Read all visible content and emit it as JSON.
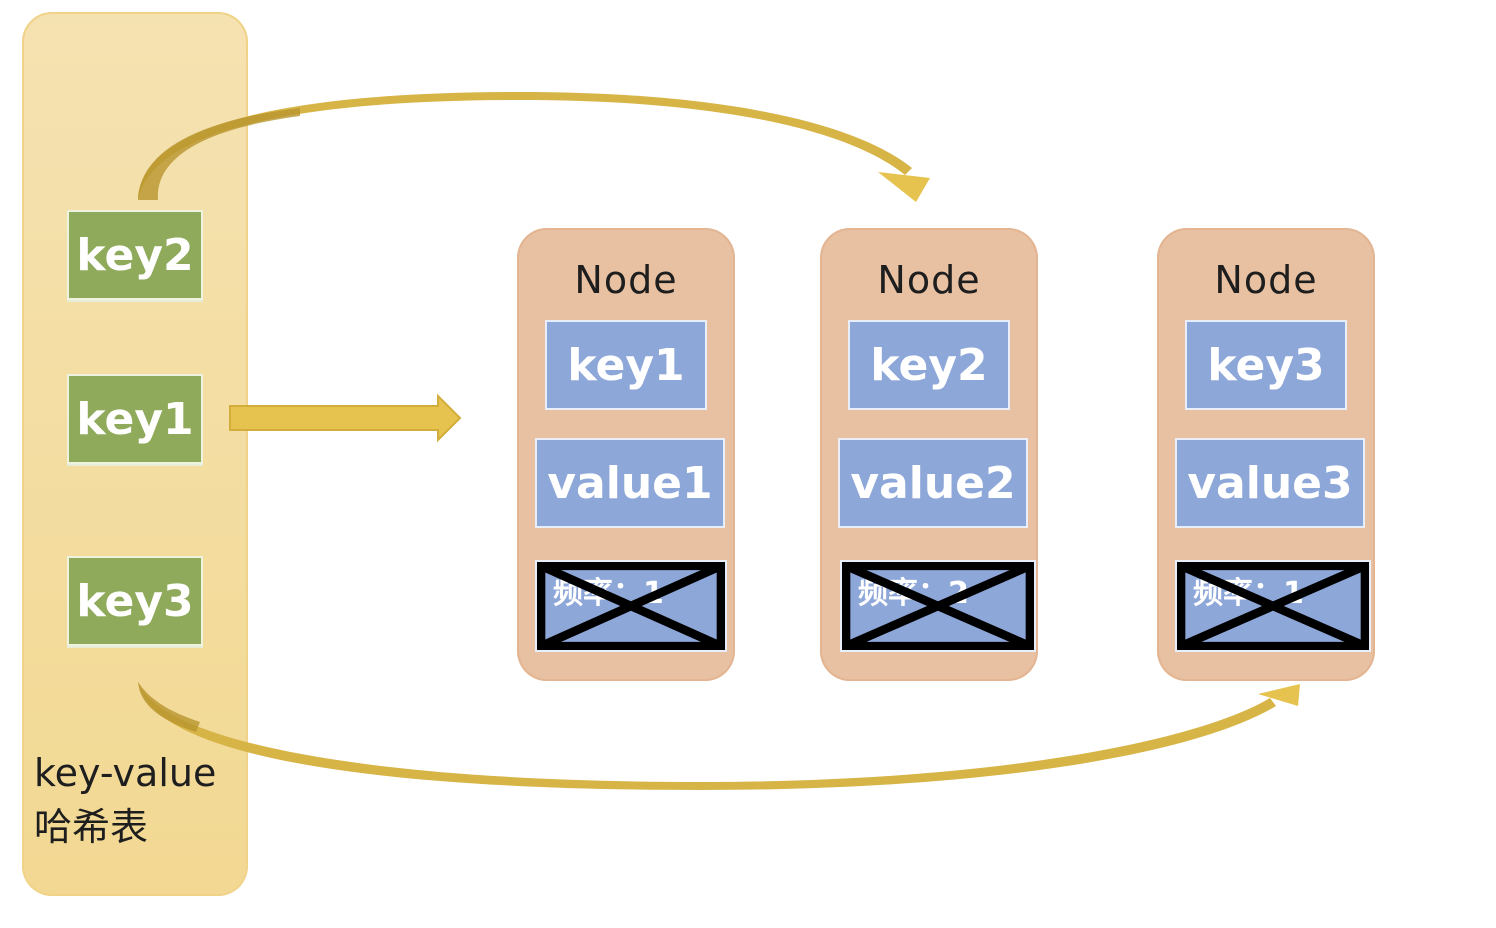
{
  "hash_table": {
    "keys": [
      "key2",
      "key1",
      "key3"
    ],
    "caption_line1": "key-value",
    "caption_line2": "哈希表",
    "colors": {
      "panel": "#f2d892",
      "key_box": "#8faa5a",
      "arrow": "#e6c24e"
    }
  },
  "nodes": [
    {
      "title": "Node",
      "key": "key1",
      "value": "value1",
      "freq": "频率：1"
    },
    {
      "title": "Node",
      "key": "key2",
      "value": "value2",
      "freq": "频率：2"
    },
    {
      "title": "Node",
      "key": "key3",
      "value": "value3",
      "freq": "频率：1"
    }
  ],
  "node_colors": {
    "node_bg": "#e8c1a2",
    "cell_bg": "#8ea7d9",
    "cross": "#000000"
  }
}
